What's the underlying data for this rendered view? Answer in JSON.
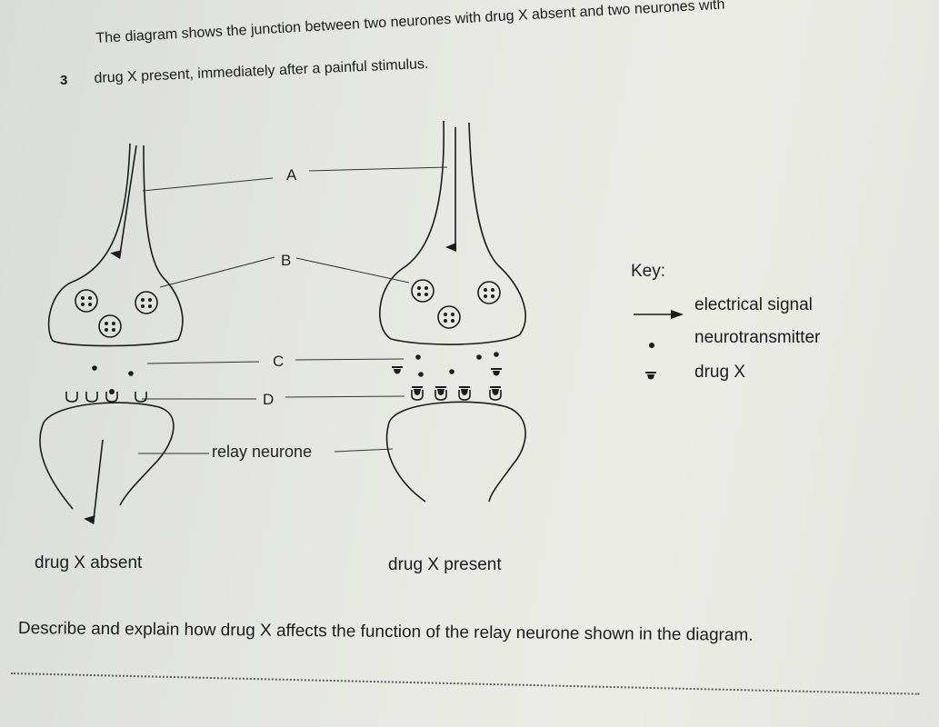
{
  "question": {
    "number": "3",
    "intro_line1": "The diagram shows the junction between two neurones with drug X absent and two neurones with",
    "intro_line2": "drug X present, immediately after a painful stimulus.",
    "prompt": "Describe and explain how drug X affects the function of the relay neurone shown in the diagram."
  },
  "diagram": {
    "labels": {
      "a": "A",
      "b": "B",
      "c": "C",
      "d": "D",
      "relay": "relay neurone"
    },
    "captions": {
      "absent": "drug X absent",
      "present": "drug X present"
    }
  },
  "key": {
    "title": "Key:",
    "items": [
      {
        "icon": "arrow-icon",
        "label": "electrical signal"
      },
      {
        "icon": "dot-icon",
        "label": "neurotransmitter"
      },
      {
        "icon": "t-bar-icon",
        "label": "drug X"
      }
    ]
  }
}
